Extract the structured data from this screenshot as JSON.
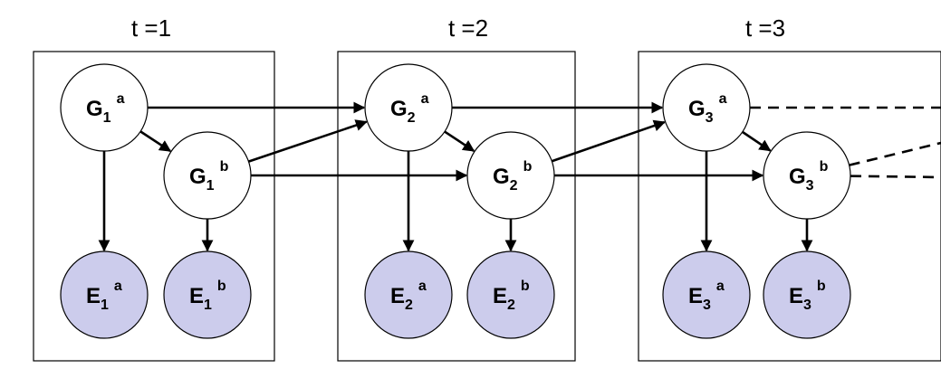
{
  "colors": {
    "hidden_fill": "#ffffff",
    "observed_fill": "#ccccec",
    "stroke": "#000000"
  },
  "time_slices": [
    {
      "label": "t =1",
      "nodes": {
        "ga": {
          "base": "G",
          "sub": "1",
          "sup": "a"
        },
        "gb": {
          "base": "G",
          "sub": "1",
          "sup": "b"
        },
        "ea": {
          "base": "E",
          "sub": "1",
          "sup": "a"
        },
        "eb": {
          "base": "E",
          "sub": "1",
          "sup": "b"
        }
      }
    },
    {
      "label": "t =2",
      "nodes": {
        "ga": {
          "base": "G",
          "sub": "2",
          "sup": "a"
        },
        "gb": {
          "base": "G",
          "sub": "2",
          "sup": "b"
        },
        "ea": {
          "base": "E",
          "sub": "2",
          "sup": "a"
        },
        "eb": {
          "base": "E",
          "sub": "2",
          "sup": "b"
        }
      }
    },
    {
      "label": "t =3",
      "nodes": {
        "ga": {
          "base": "G",
          "sub": "3",
          "sup": "a"
        },
        "gb": {
          "base": "G",
          "sub": "3",
          "sup": "b"
        },
        "ea": {
          "base": "E",
          "sub": "3",
          "sup": "a"
        },
        "eb": {
          "base": "E",
          "sub": "3",
          "sup": "b"
        }
      }
    }
  ],
  "edges": [
    {
      "from": "1.ga",
      "to": "1.gb"
    },
    {
      "from": "1.ga",
      "to": "1.ea"
    },
    {
      "from": "1.gb",
      "to": "1.eb"
    },
    {
      "from": "1.ga",
      "to": "2.ga"
    },
    {
      "from": "1.gb",
      "to": "2.ga"
    },
    {
      "from": "1.gb",
      "to": "2.gb"
    },
    {
      "from": "2.ga",
      "to": "2.gb"
    },
    {
      "from": "2.ga",
      "to": "2.ea"
    },
    {
      "from": "2.gb",
      "to": "2.eb"
    },
    {
      "from": "2.ga",
      "to": "3.ga"
    },
    {
      "from": "2.gb",
      "to": "3.ga"
    },
    {
      "from": "2.gb",
      "to": "3.gb"
    },
    {
      "from": "3.ga",
      "to": "3.gb"
    },
    {
      "from": "3.ga",
      "to": "3.ea"
    },
    {
      "from": "3.gb",
      "to": "3.eb"
    }
  ],
  "continuation_edges": [
    {
      "from": "3.ga"
    },
    {
      "from": "3.gb"
    },
    {
      "from": "3.gb"
    }
  ]
}
